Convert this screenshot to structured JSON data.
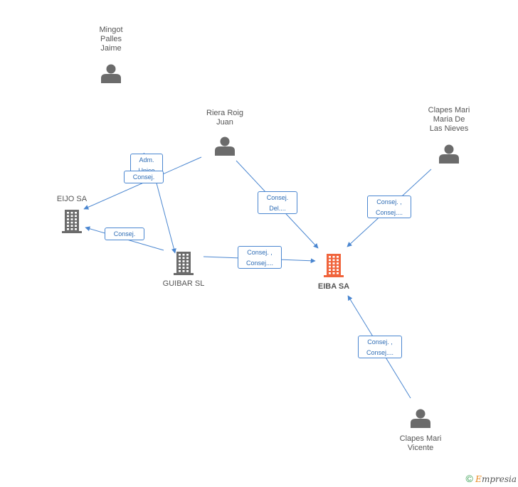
{
  "nodes": [
    {
      "id": "mingot",
      "type": "person",
      "label_lines": [
        "Mingot",
        "Palles",
        "Jaime"
      ]
    },
    {
      "id": "riera",
      "type": "person",
      "label_lines": [
        "Riera Roig",
        "Juan"
      ]
    },
    {
      "id": "clapes_maria",
      "type": "person",
      "label_lines": [
        "Clapes Mari",
        "Maria De",
        "Las Nieves"
      ]
    },
    {
      "id": "eijo",
      "type": "company",
      "label_lines": [
        "EIJO SA"
      ]
    },
    {
      "id": "guibar",
      "type": "company",
      "label_lines": [
        "GUIBAR SL"
      ]
    },
    {
      "id": "eiba",
      "type": "company",
      "main": true,
      "label_lines": [
        "EIBA SA"
      ]
    },
    {
      "id": "clapes_vicente",
      "type": "person",
      "label_lines": [
        "Clapes Mari",
        "Vicente"
      ]
    }
  ],
  "edges": [
    {
      "from": "mingot",
      "to": "guibar",
      "label_lines": [
        "Adm.",
        "Unico"
      ]
    },
    {
      "from": "riera",
      "to": "eijo",
      "label_lines": [
        "Consej."
      ]
    },
    {
      "from": "guibar",
      "to": "eijo",
      "label_lines": [
        "Consej."
      ]
    },
    {
      "from": "riera",
      "to": "eiba",
      "label_lines": [
        "Consej.",
        "Del...."
      ]
    },
    {
      "from": "guibar",
      "to": "eiba",
      "label_lines": [
        "Consej. ,",
        "Consej...."
      ]
    },
    {
      "from": "clapes_maria",
      "to": "eiba",
      "label_lines": [
        "Consej. ,",
        "Consej...."
      ]
    },
    {
      "from": "clapes_vicente",
      "to": "eiba",
      "label_lines": [
        "Consej. ,",
        "Consej...."
      ]
    }
  ],
  "colors": {
    "edge": "#4a86d0",
    "person": "#6b6b6b",
    "company": "#6b6b6b",
    "main_company": "#f0643c"
  },
  "footer": {
    "copyright": "©",
    "brand_first": "E",
    "brand_rest": "mpresia"
  }
}
